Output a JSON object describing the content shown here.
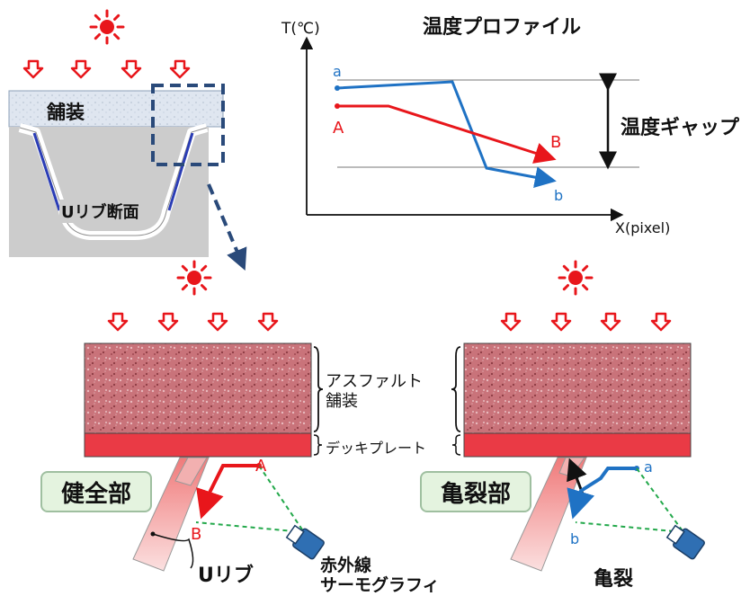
{
  "graph": {
    "title": "温度プロファイル",
    "y_axis": "T(℃)",
    "x_axis": "X(pixel)",
    "gap_label": "温度ギャップ",
    "line_labels": {
      "a": "a",
      "A": "A",
      "B": "B",
      "b": "b"
    }
  },
  "section": {
    "pavement": "舗装",
    "rib": "Uリブ断面"
  },
  "annotations": {
    "asphalt_1": "アスファルト",
    "asphalt_2": "舗装",
    "deck": "デッキプレート",
    "healthy": "健全部",
    "cracked": "亀裂部",
    "urib": "Uリブ",
    "camera_1": "赤外線",
    "camera_2": "サーモグラフィ",
    "crack": "亀裂",
    "pt_A": "A",
    "pt_B": "B",
    "pt_a": "a",
    "pt_b": "b"
  },
  "colors": {
    "red": "#e8161b",
    "blue": "#1f72c4",
    "green": "#22a84a",
    "navy": "#2a4a7a"
  }
}
